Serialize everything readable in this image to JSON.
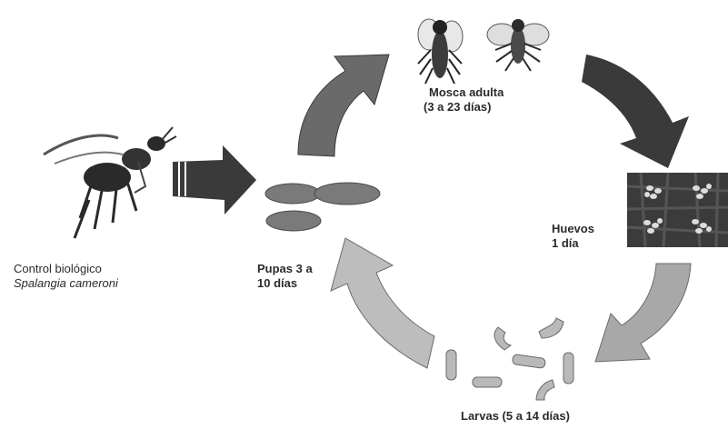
{
  "adult_fly": {
    "line1": "Mosca      adulta",
    "line2": "(3 a 23 días)"
  },
  "eggs": {
    "line1": "Huevos",
    "line2": "1 día"
  },
  "larvae": {
    "label": "Larvas (5 a 14  días)"
  },
  "pupae": {
    "line1": "Pupas 3 a",
    "line2": "10 días"
  },
  "biocontrol": {
    "line1": "Control biológico",
    "line2": "Spalangia cameroni"
  },
  "colors": {
    "arrow_dark": "#3a3a3a",
    "arrow_mid": "#6a6a6a",
    "arrow_light": "#a8a8a8",
    "arrow_lighter": "#bdbdbd",
    "pupa": "#7a7a7a",
    "larva": "#b9b9b9",
    "egg_bg": "#3b3b3b",
    "egg": "#dcdcdc"
  }
}
